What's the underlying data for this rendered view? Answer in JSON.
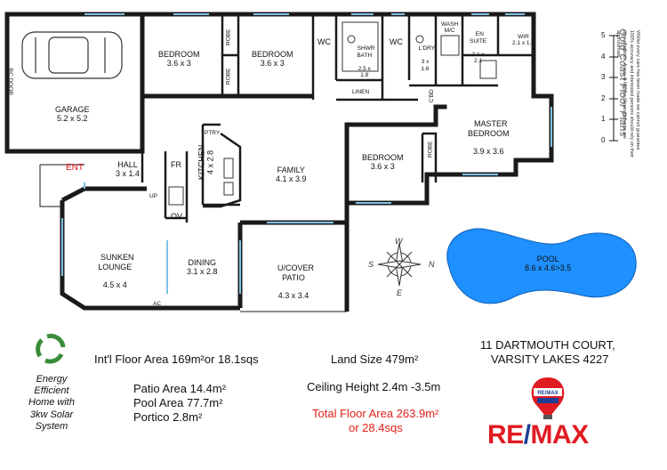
{
  "rooms": {
    "garage": {
      "name": "GARAGE",
      "dim": "5.2 x 5.2"
    },
    "rc_door": "RC DOOR",
    "bedroom_a": {
      "name": "BEDROOM",
      "dim": "3.6 x 3"
    },
    "robe_a": "ROBE",
    "robe_b": "ROBE",
    "bedroom_b": {
      "name": "BEDROOM",
      "dim": "3.6 x 3"
    },
    "wc_a": "WC",
    "shower_bath": {
      "name": "SHWR\nBATH",
      "dim": "2.5 x\n1.8"
    },
    "linen": "LINEN",
    "wc_b": "WC",
    "laundry": {
      "name": "L'DRY",
      "dim": "3 x\n1.6"
    },
    "wash_mc": "WASH\nM/C",
    "cbd": "C'BD",
    "ensuite": {
      "name": "EN\nSUITE",
      "dim": "2.1 x\n2.1"
    },
    "wir": {
      "name": "WIR",
      "dim": "2.1 x 1.4"
    },
    "master": {
      "name": "MASTER\nBEDROOM",
      "dim": "3.9 x 3.6"
    },
    "ptry": "PTRY",
    "kitchen": {
      "name": "KITCHEN",
      "dim": "4 x 2.8"
    },
    "fr": "FR",
    "ov": "OV",
    "hall": {
      "name": "HALL",
      "dim": "3 x 1.4"
    },
    "ent": "ENT",
    "up": "UP",
    "family": {
      "name": "FAMILY",
      "dim": "4.1 x 3.9"
    },
    "bedroom_c": {
      "name": "BEDROOM",
      "dim": "3.6 x 3"
    },
    "robe_c": "ROBE",
    "sunken_lounge": {
      "name": "SUNKEN\nLOUNGE",
      "dim": "4.5 x 4"
    },
    "dining": {
      "name": "DINING",
      "dim": "3.1 x 2.8"
    },
    "ac": "AC",
    "patio": {
      "name": "U/COVER\nPATIO",
      "dim": "4.3 x 3.4"
    },
    "pool": {
      "name": "POOL",
      "dim": "8.6 x 4.6>3.5"
    }
  },
  "compass": {
    "w": "W",
    "s": "S",
    "n": "N",
    "e": "E"
  },
  "scale": {
    "ticks": [
      "5",
      "4",
      "3",
      "2",
      "1",
      "0"
    ]
  },
  "branding": {
    "side_title": "Gold Coast Floor Plans",
    "disclaimer": "Whilst every care has been made we cannot guarantee 100% accuracy and interested persons should rely on their own enquiries. Areas & Metres Measurements are approximate.",
    "logo_re": "RE",
    "logo_slash": "/",
    "logo_max": "MAX",
    "balloon_text": "RE/MAX"
  },
  "eco_note": "Energy\nEfficient\nHome with\n3kw Solar\nSystem",
  "areas": {
    "intl_floor": "Int'l Floor Area 169m²or 18.1sqs",
    "patio": "Patio Area 14.4m²",
    "pool": "Pool Area 77.7m²",
    "portico": "Portico 2.8m²",
    "land": "Land Size 479m²",
    "ceiling": "Ceiling Height 2.4m -3.5m",
    "total": "Total Floor Area 263.9m²",
    "total_sqs": "or 28.4sqs"
  },
  "address": {
    "line1": "11 DARTMOUTH COURT,",
    "line2": "VARSITY LAKES 4227"
  },
  "colors": {
    "pool": "#1e90ff",
    "ent": "#e01010",
    "total": "#e0201a",
    "remax_red": "#e11b22",
    "remax_blue": "#1c3f94",
    "eco_green": "#3a8c3a"
  }
}
